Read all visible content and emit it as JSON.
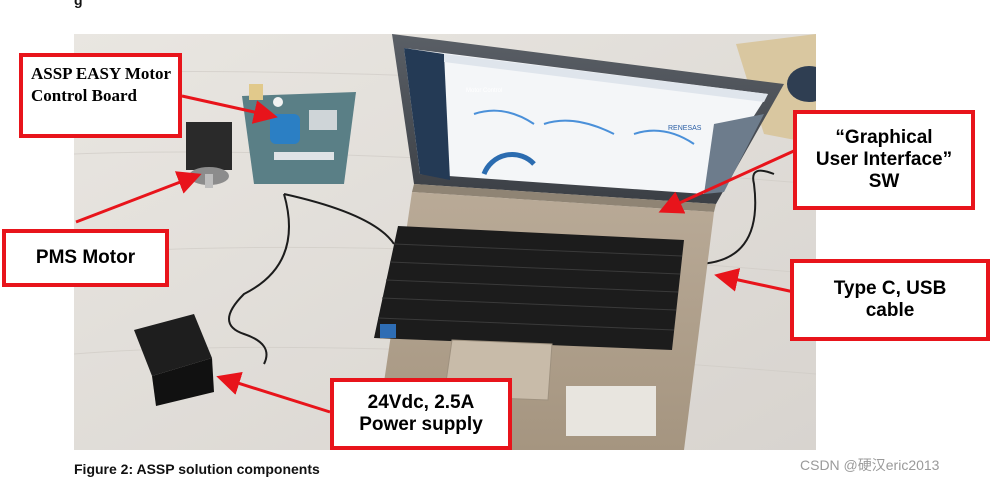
{
  "callouts": {
    "board": "ASSP EASY Motor Control Board",
    "motor": "PMS Motor",
    "gui": "“Graphical User Interface” SW",
    "usb": "Type C, USB cable",
    "power": "24Vdc, 2.5A Power supply"
  },
  "caption": "Figure 2: ASSP solution components",
  "watermark": "CSDN @硬汉eric2013",
  "screen": {
    "app_title": "Motor Control",
    "brand": "RENESAS"
  },
  "colors": {
    "callout_border": "#e8141b",
    "arrow": "#e8141b"
  }
}
